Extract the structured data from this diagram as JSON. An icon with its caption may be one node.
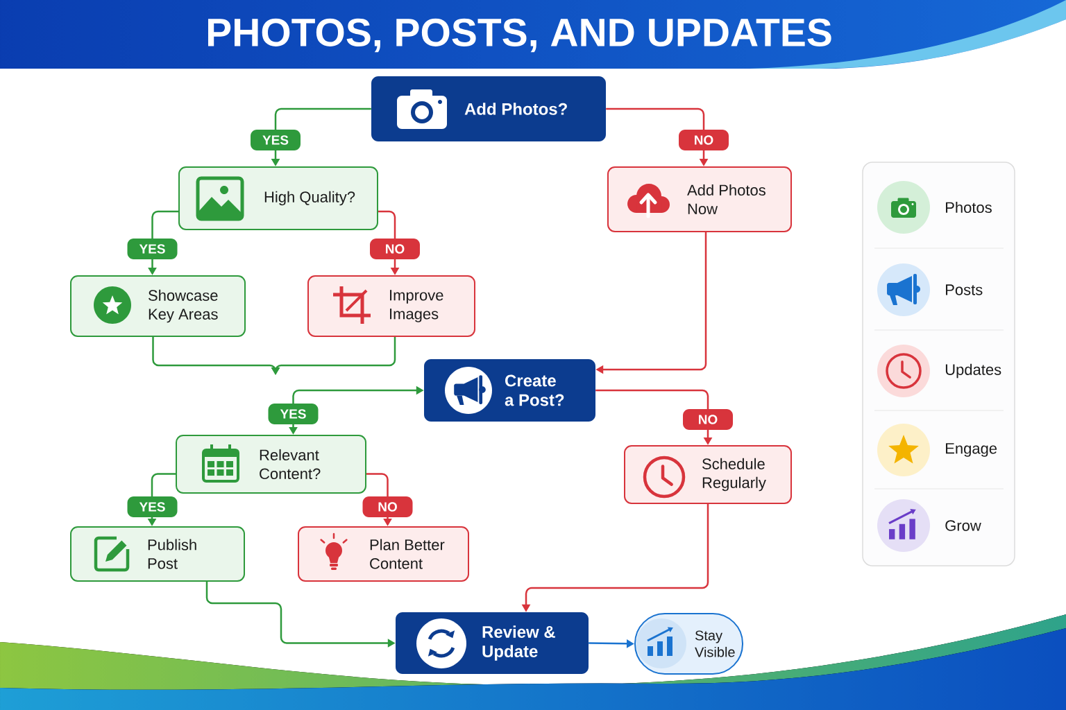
{
  "diagram": {
    "title": "PHOTOS, POSTS, AND UPDATES",
    "nodes": [
      {
        "text": [
          "Add Photos?"
        ]
      },
      {
        "text": [
          "High Quality?"
        ]
      },
      {
        "text": [
          "Add Photos Now"
        ]
      },
      {
        "text": [
          "Showcase Key Areas"
        ]
      },
      {
        "text": [
          "Improve Images"
        ]
      },
      {
        "text": [
          "Create a Post?"
        ]
      },
      {
        "text": [
          "Relevant Content?"
        ]
      },
      {
        "text": [
          "Schedule Regularly"
        ]
      },
      {
        "text": [
          "Publish Post"
        ]
      },
      {
        "text": [
          "Plan Better Content"
        ]
      },
      {
        "text": [
          "Review & Update"
        ]
      },
      {
        "text": [
          "Stay Visible"
        ]
      }
    ],
    "edges": [
      {
        "from": 0,
        "to": 1,
        "arrow": "to",
        "label": "YES"
      },
      {
        "from": 0,
        "to": 2,
        "arrow": "to",
        "label": "NO",
        "color": "#d8343c"
      },
      {
        "from": 1,
        "to": 3,
        "arrow": "to",
        "label": "YES"
      },
      {
        "from": 1,
        "to": 4,
        "arrow": "to",
        "label": "NO",
        "color": "#d8343c"
      },
      {
        "from": 3,
        "to": null,
        "arrow": "to"
      },
      {
        "from": 4,
        "to": null,
        "arrow": "to"
      },
      {
        "from": 2,
        "to": 5,
        "arrow": "to",
        "color": "#d8343c"
      },
      {
        "from": 5,
        "to": 6,
        "arrow": "both",
        "label": "YES"
      },
      {
        "from": 5,
        "to": 7,
        "arrow": "to",
        "label": "NO",
        "color": "#d8343c"
      },
      {
        "from": 6,
        "to": 8,
        "arrow": "to",
        "label": "YES"
      },
      {
        "from": 6,
        "to": 9,
        "arrow": "to",
        "label": "NO",
        "color": "#d8343c"
      },
      {
        "from": 8,
        "to": 10,
        "arrow": "to"
      },
      {
        "from": 7,
        "to": 10,
        "arrow": "to",
        "color": "#d8343c"
      },
      {
        "from": 10,
        "to": 11,
        "arrow": "to",
        "color": "#1a73d0"
      }
    ],
    "legend": [
      {
        "text": "Photos"
      },
      {
        "text": "Posts"
      },
      {
        "text": "Updates"
      },
      {
        "text": "Engage"
      },
      {
        "text": "Grow"
      }
    ]
  }
}
